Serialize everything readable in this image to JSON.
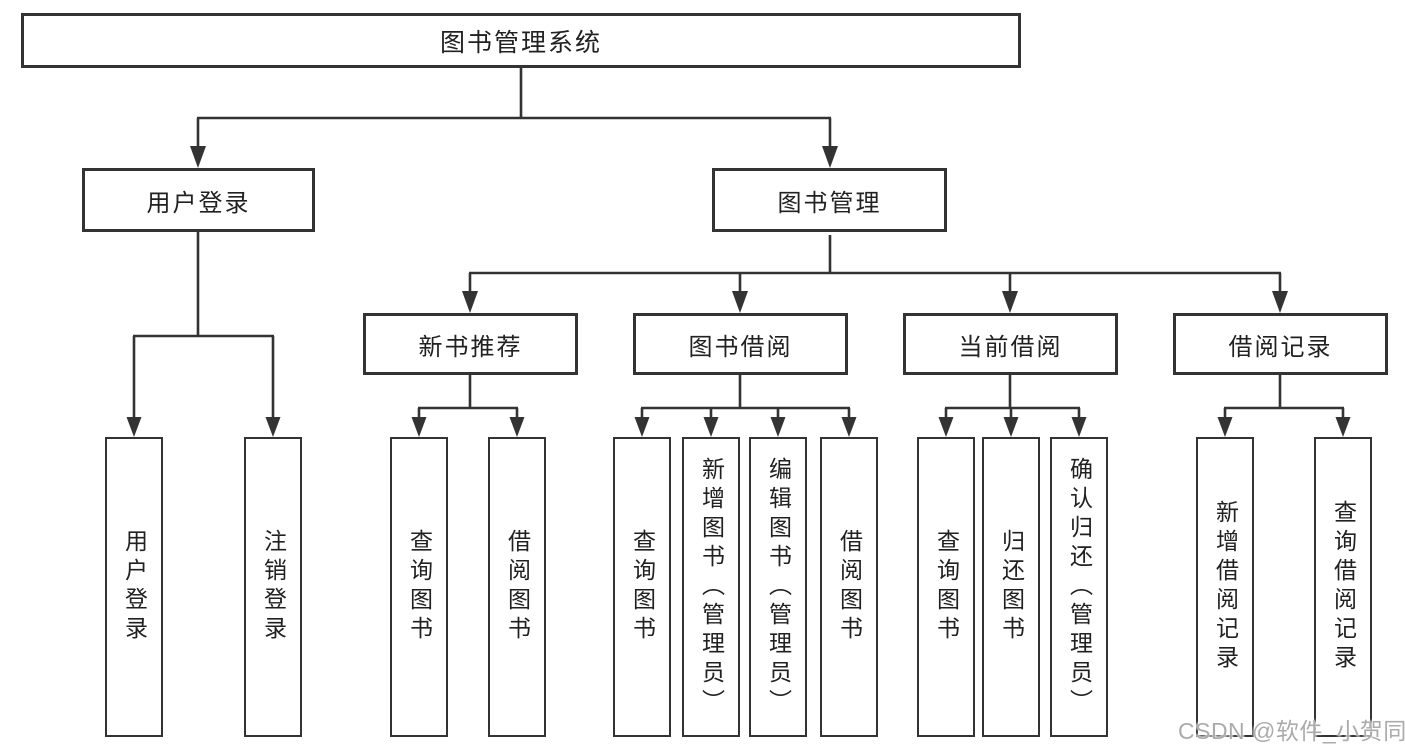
{
  "diagram": {
    "root": "图书管理系统",
    "branches": [
      {
        "label": "用户登录",
        "children": [
          "用户登录",
          "注销登录"
        ]
      },
      {
        "label": "图书管理",
        "groups": [
          {
            "label": "新书推荐",
            "children": [
              "查询图书",
              "借阅图书"
            ]
          },
          {
            "label": "图书借阅",
            "children": [
              "查询图书",
              "新增图书（管理员）",
              "编辑图书（管理员）",
              "借阅图书"
            ]
          },
          {
            "label": "当前借阅",
            "children": [
              "查询图书",
              "归还图书",
              "确认归还（管理员）"
            ]
          },
          {
            "label": "借阅记录",
            "children": [
              "新增借阅记录",
              "查询借阅记录"
            ]
          }
        ]
      }
    ]
  },
  "watermark": "CSDN @软件_小贺同学",
  "colors": {
    "line": "#333333",
    "border": "#333333",
    "text": "#212121",
    "background": "#ffffff",
    "watermark": "#ababab"
  }
}
